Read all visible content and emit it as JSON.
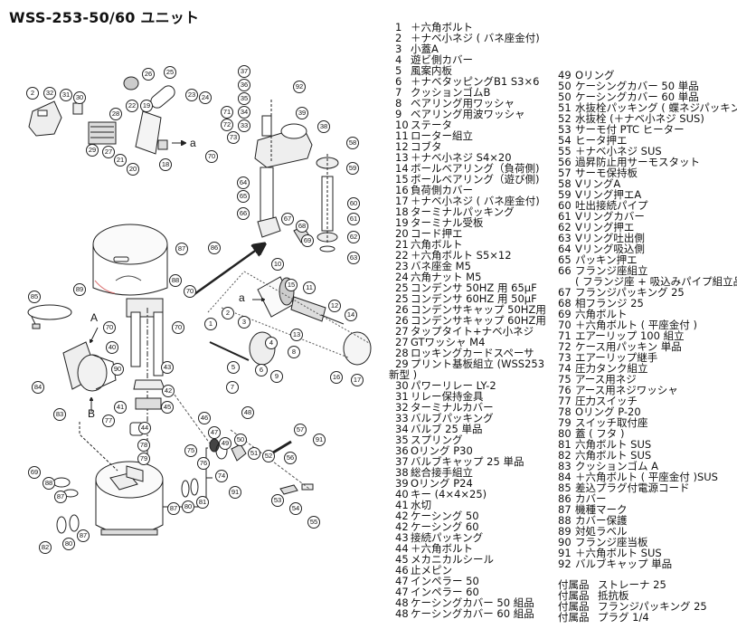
{
  "title": "WSS-253-50/60 ユニット",
  "view_labels": {
    "a1": "a",
    "a2": "a",
    "A": "A",
    "B": "B"
  },
  "callouts": [
    "2",
    "32",
    "31",
    "30",
    "26",
    "25",
    "22",
    "19",
    "28",
    "23",
    "24",
    "71",
    "72",
    "73",
    "70",
    "29",
    "27",
    "21",
    "20",
    "18",
    "37",
    "36",
    "35",
    "34",
    "33",
    "92",
    "39",
    "38",
    "58",
    "59",
    "60",
    "61",
    "62",
    "63",
    "64",
    "65",
    "66",
    "67",
    "68",
    "69",
    "87",
    "86",
    "89",
    "88",
    "70",
    "85",
    "70",
    "70",
    "40",
    "90",
    "43",
    "42",
    "84",
    "45",
    "10",
    "15",
    "11",
    "12",
    "14",
    "13",
    "1",
    "2",
    "3",
    "4",
    "5",
    "6",
    "7",
    "8",
    "9",
    "16",
    "17",
    "83",
    "41",
    "77",
    "44",
    "46",
    "78",
    "79",
    "75",
    "76",
    "69",
    "88",
    "87",
    "87",
    "80",
    "81",
    "82",
    "80",
    "87",
    "47",
    "48",
    "49",
    "50",
    "51",
    "52",
    "57",
    "91",
    "56",
    "74",
    "91",
    "53",
    "54",
    "55"
  ],
  "parts_left": [
    {
      "no": "1",
      "name": "＋六角ボルト"
    },
    {
      "no": "2",
      "name": "＋ナベ小ネジ ( バネ座金付)"
    },
    {
      "no": "3",
      "name": "小蓋A"
    },
    {
      "no": "4",
      "name": "遊ビ側カバー"
    },
    {
      "no": "5",
      "name": "風案内板"
    },
    {
      "no": "6",
      "name": "＋ナベタッピングB1 S3×6"
    },
    {
      "no": "7",
      "name": "クッションゴムB"
    },
    {
      "no": "8",
      "name": "ベアリング用ワッシャ"
    },
    {
      "no": "9",
      "name": "ベアリング用波ワッシャ"
    },
    {
      "no": "10",
      "name": "ステータ"
    },
    {
      "no": "11",
      "name": "ローター組立"
    },
    {
      "no": "12",
      "name": "コブタ"
    },
    {
      "no": "13",
      "name": "＋ナベ小ネジ S4×20"
    },
    {
      "no": "14",
      "name": "ボールベアリング（負荷側)"
    },
    {
      "no": "15",
      "name": "ボールベアリング（遊び側)"
    },
    {
      "no": "16",
      "name": "負荷側カバー"
    },
    {
      "no": "17",
      "name": "＋ナベ小ネジ ( バネ座金付)"
    },
    {
      "no": "18",
      "name": "ターミナルパッキング"
    },
    {
      "no": "19",
      "name": "ターミナル受板"
    },
    {
      "no": "20",
      "name": "コード押エ"
    },
    {
      "no": "21",
      "name": "六角ボルト"
    },
    {
      "no": "22",
      "name": "＋六角ボルト S5×12"
    },
    {
      "no": "23",
      "name": "バネ座金 M5"
    },
    {
      "no": "24",
      "name": "六角ナット M5"
    },
    {
      "no": "25",
      "name": "コンデンサ 50HZ 用 65μF"
    },
    {
      "no": "25",
      "name": "コンデンサ 60HZ 用 50μF"
    },
    {
      "no": "26",
      "name": "コンデンサキャップ 50HZ用"
    },
    {
      "no": "26",
      "name": "コンデンサキャップ 60HZ用"
    },
    {
      "no": "27",
      "name": "タップタイト+ナベ小ネジ"
    },
    {
      "no": "27",
      "name": "GTワッシャ M4"
    },
    {
      "no": "28",
      "name": "ロッキングカードスペーサ"
    },
    {
      "no": "29",
      "name": "プリント基板組立 (WSS253",
      "cont": "新型 )"
    },
    {
      "no": "30",
      "name": "パワーリレー LY-2"
    },
    {
      "no": "31",
      "name": "リレー保持金具"
    },
    {
      "no": "32",
      "name": "ターミナルカバー"
    },
    {
      "no": "33",
      "name": "バルブパッキング"
    },
    {
      "no": "34",
      "name": "バルブ 25 単品"
    },
    {
      "no": "35",
      "name": "スプリング"
    },
    {
      "no": "36",
      "name": "Oリング P30"
    },
    {
      "no": "37",
      "name": "バルブキャップ 25 単品"
    },
    {
      "no": "38",
      "name": "総合接手組立"
    },
    {
      "no": "39",
      "name": "Oリング P24"
    },
    {
      "no": "40",
      "name": "キー (4×4×25)"
    },
    {
      "no": "41",
      "name": "水切"
    },
    {
      "no": "42",
      "name": "ケーシング 50"
    },
    {
      "no": "42",
      "name": "ケーシング 60"
    },
    {
      "no": "43",
      "name": "接続パッキング"
    },
    {
      "no": "44",
      "name": "＋六角ボルト"
    },
    {
      "no": "45",
      "name": "メカニカルシール"
    },
    {
      "no": "46",
      "name": "止メピン"
    },
    {
      "no": "47",
      "name": "インペラー 50"
    },
    {
      "no": "47",
      "name": "インペラー 60"
    },
    {
      "no": "48",
      "name": "ケーシングカバー 50 組品"
    },
    {
      "no": "48",
      "name": "ケーシングカバー 60 組品"
    }
  ],
  "parts_right": [
    {
      "no": "49",
      "name": "Oリング"
    },
    {
      "no": "50",
      "name": "ケーシングカバー 50 単品"
    },
    {
      "no": "50",
      "name": "ケーシングカバー 60 単品"
    },
    {
      "no": "51",
      "name": "水抜栓パッキング ( 蝶ネジパッキン )"
    },
    {
      "no": "52",
      "name": "水抜栓 (＋ナベ小ネジ SUS)"
    },
    {
      "no": "53",
      "name": "サーモ付 PTC ヒーター"
    },
    {
      "no": "54",
      "name": "ヒータ押エ"
    },
    {
      "no": "55",
      "name": "＋ナベ小ネジ SUS"
    },
    {
      "no": "56",
      "name": "過昇防止用サーモスタット"
    },
    {
      "no": "57",
      "name": "サーモ保持板"
    },
    {
      "no": "58",
      "name": "VリングA"
    },
    {
      "no": "59",
      "name": "Vリング押エA"
    },
    {
      "no": "60",
      "name": "吐出接続パイプ"
    },
    {
      "no": "61",
      "name": "Vリングカバー"
    },
    {
      "no": "62",
      "name": "Vリング押エ"
    },
    {
      "no": "63",
      "name": "Vリング吐出側"
    },
    {
      "no": "64",
      "name": "Vリング吸込側"
    },
    {
      "no": "65",
      "name": "パッキン押エ"
    },
    {
      "no": "66",
      "name": "フランジ座組立",
      "cont": "( フランジ座 + 吸込みパイプ組立品 )"
    },
    {
      "no": "67",
      "name": "フランジパッキング 25"
    },
    {
      "no": "68",
      "name": "相フランジ 25"
    },
    {
      "no": "69",
      "name": "六角ボルト"
    },
    {
      "no": "70",
      "name": "＋六角ボルト ( 平座金付 )"
    },
    {
      "no": "71",
      "name": "エアーリップ 100 組立"
    },
    {
      "no": "72",
      "name": "ケース用パッキン 単品"
    },
    {
      "no": "73",
      "name": "エアーリップ継手"
    },
    {
      "no": "74",
      "name": "圧力タンク組立"
    },
    {
      "no": "75",
      "name": "アース用ネジ"
    },
    {
      "no": "76",
      "name": "アース用ネジワッシャ"
    },
    {
      "no": "77",
      "name": "圧力スイッチ"
    },
    {
      "no": "78",
      "name": "Oリング P-20"
    },
    {
      "no": "79",
      "name": "スイッチ取付座"
    },
    {
      "no": "80",
      "name": "蓋 ( フタ )"
    },
    {
      "no": "81",
      "name": "六角ボルト SUS"
    },
    {
      "no": "82",
      "name": "六角ボルト SUS"
    },
    {
      "no": "83",
      "name": "クッションゴム A"
    },
    {
      "no": "84",
      "name": "＋六角ボルト ( 平座金付 )SUS"
    },
    {
      "no": "85",
      "name": "差込プラグ付電源コード"
    },
    {
      "no": "86",
      "name": "カバー"
    },
    {
      "no": "87",
      "name": "機種マーク"
    },
    {
      "no": "88",
      "name": "カバー保護"
    },
    {
      "no": "89",
      "name": "対処ラベル"
    },
    {
      "no": "90",
      "name": "フランジ座当板"
    },
    {
      "no": "91",
      "name": "＋六角ボルト SUS"
    },
    {
      "no": "92",
      "name": "バルブキャップ 単品"
    }
  ],
  "accessories": [
    {
      "kind": "付属品",
      "name": "ストレーナ 25"
    },
    {
      "kind": "付属品",
      "name": "抵抗板"
    },
    {
      "kind": "付属品",
      "name": "フランジパッキング 25"
    },
    {
      "kind": "付属品",
      "name": "プラグ 1/4"
    }
  ]
}
